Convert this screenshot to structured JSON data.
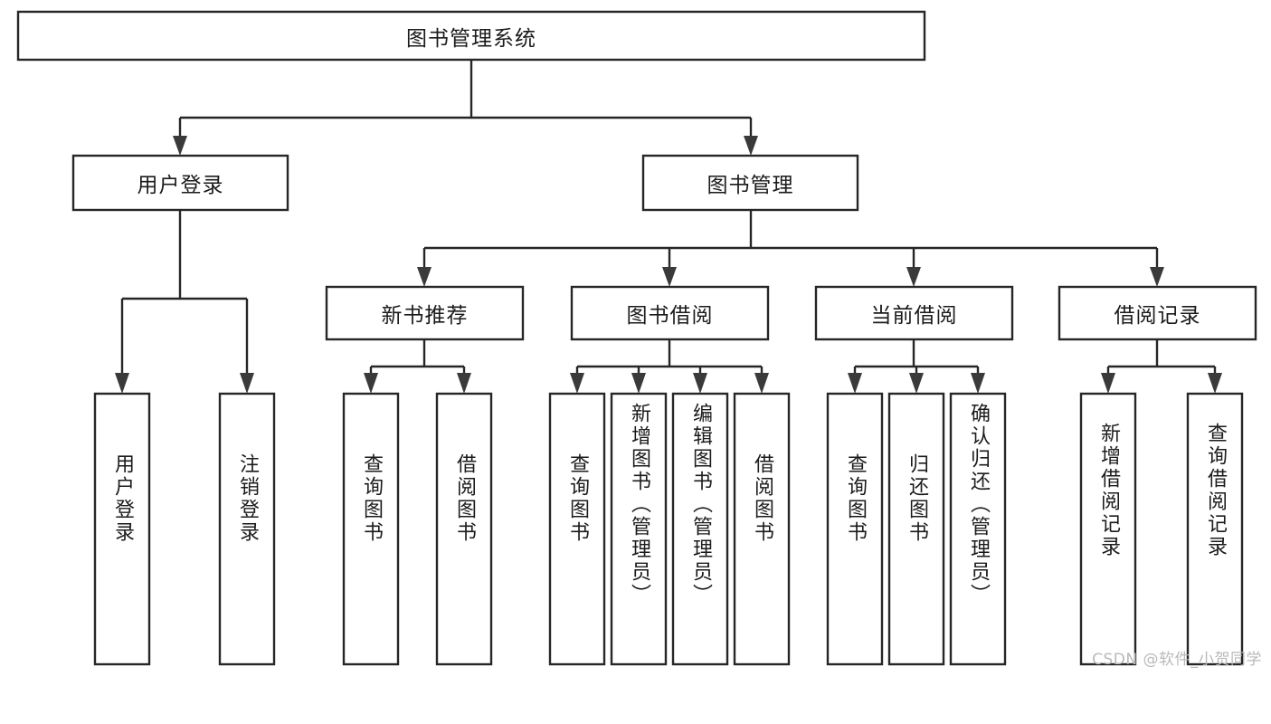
{
  "diagram": {
    "type": "tree",
    "title": "图书管理系统",
    "watermark": "CSDN @软件_小贺同学",
    "colors": {
      "box_stroke": "#262626",
      "box_fill": "#ffffff",
      "text": "#1b1b1b",
      "connector": "#262626",
      "watermark": "#b9b9b9",
      "background": "#ffffff"
    },
    "nodes": {
      "root": {
        "label": "图书管理系统",
        "orientation": "horizontal"
      },
      "level2": [
        {
          "label": "用户登录",
          "orientation": "horizontal"
        },
        {
          "label": "图书管理",
          "orientation": "horizontal"
        }
      ],
      "level3": [
        {
          "label": "新书推荐",
          "orientation": "horizontal"
        },
        {
          "label": "图书借阅",
          "orientation": "horizontal"
        },
        {
          "label": "当前借阅",
          "orientation": "horizontal"
        },
        {
          "label": "借阅记录",
          "orientation": "horizontal"
        }
      ],
      "leaves": {
        "user_login": [
          {
            "label": "用户登录",
            "orientation": "vertical"
          },
          {
            "label": "注销登录",
            "orientation": "vertical"
          }
        ],
        "new_book_recommend": [
          {
            "label": "查询图书",
            "orientation": "vertical"
          },
          {
            "label": "借阅图书",
            "orientation": "vertical"
          }
        ],
        "book_borrow": [
          {
            "label": "查询图书",
            "orientation": "vertical"
          },
          {
            "label": "新增图书（管理员）",
            "orientation": "vertical"
          },
          {
            "label": "编辑图书（管理员）",
            "orientation": "vertical"
          },
          {
            "label": "借阅图书",
            "orientation": "vertical"
          }
        ],
        "current_borrow": [
          {
            "label": "查询图书",
            "orientation": "vertical"
          },
          {
            "label": "归还图书",
            "orientation": "vertical"
          },
          {
            "label": "确认归还（管理员）",
            "orientation": "vertical"
          }
        ],
        "borrow_record": [
          {
            "label": "新增借阅记录",
            "orientation": "vertical"
          },
          {
            "label": "查询借阅记录",
            "orientation": "vertical"
          }
        ]
      }
    },
    "edges": [
      {
        "from": "图书管理系统",
        "to": "用户登录"
      },
      {
        "from": "图书管理系统",
        "to": "图书管理"
      },
      {
        "from": "用户登录",
        "to": "用户登录(叶)"
      },
      {
        "from": "用户登录",
        "to": "注销登录"
      },
      {
        "from": "图书管理",
        "to": "新书推荐"
      },
      {
        "from": "图书管理",
        "to": "图书借阅"
      },
      {
        "from": "图书管理",
        "to": "当前借阅"
      },
      {
        "from": "图书管理",
        "to": "借阅记录"
      },
      {
        "from": "新书推荐",
        "to": "查询图书"
      },
      {
        "from": "新书推荐",
        "to": "借阅图书"
      },
      {
        "from": "图书借阅",
        "to": "查询图书"
      },
      {
        "from": "图书借阅",
        "to": "新增图书（管理员）"
      },
      {
        "from": "图书借阅",
        "to": "编辑图书（管理员）"
      },
      {
        "from": "图书借阅",
        "to": "借阅图书"
      },
      {
        "from": "当前借阅",
        "to": "查询图书"
      },
      {
        "from": "当前借阅",
        "to": "归还图书"
      },
      {
        "from": "当前借阅",
        "to": "确认归还（管理员）"
      },
      {
        "from": "借阅记录",
        "to": "新增借阅记录"
      },
      {
        "from": "借阅记录",
        "to": "查询借阅记录"
      }
    ]
  }
}
